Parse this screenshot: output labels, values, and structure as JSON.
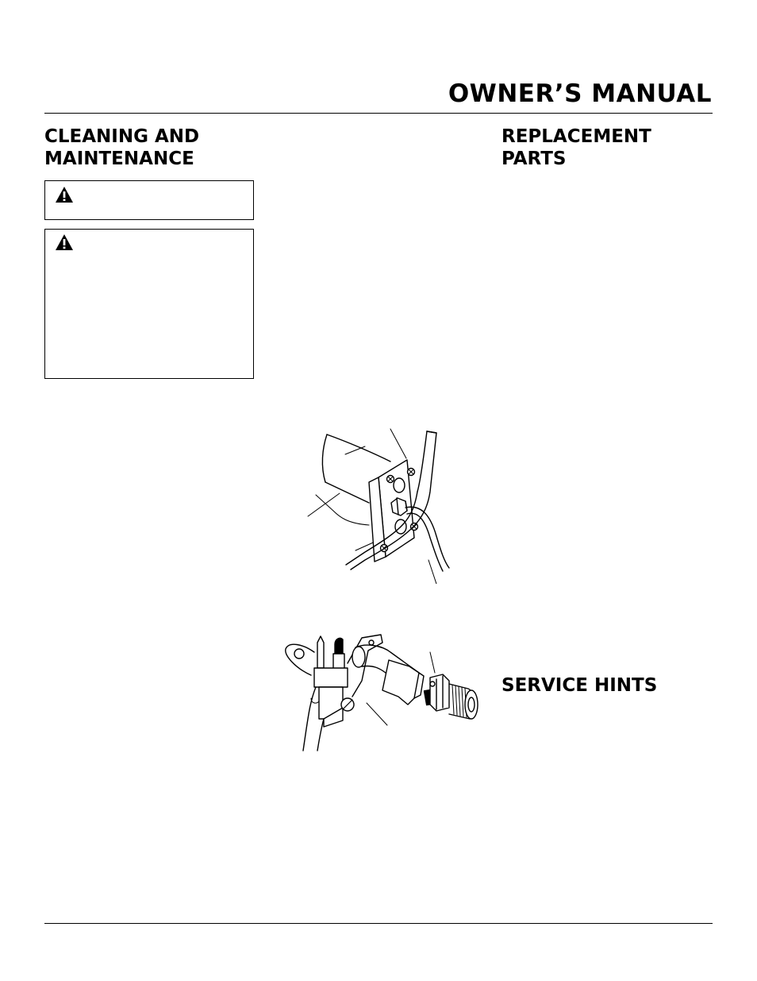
{
  "header": {
    "title": "OWNER’S MANUAL"
  },
  "sections": {
    "cleaning": {
      "heading_line1": "CLEANING AND",
      "heading_line2": "MAINTENANCE"
    },
    "replacement": {
      "heading_line1": "REPLACEMENT",
      "heading_line2": "PARTS"
    },
    "service": {
      "heading": "SERVICE HINTS"
    }
  },
  "warnings": [
    {
      "icon": "warning-triangle-icon"
    },
    {
      "icon": "warning-triangle-icon"
    }
  ],
  "figures": [
    {
      "name": "burner-mounting-illustration"
    },
    {
      "name": "pilot-assembly-illustration"
    }
  ]
}
